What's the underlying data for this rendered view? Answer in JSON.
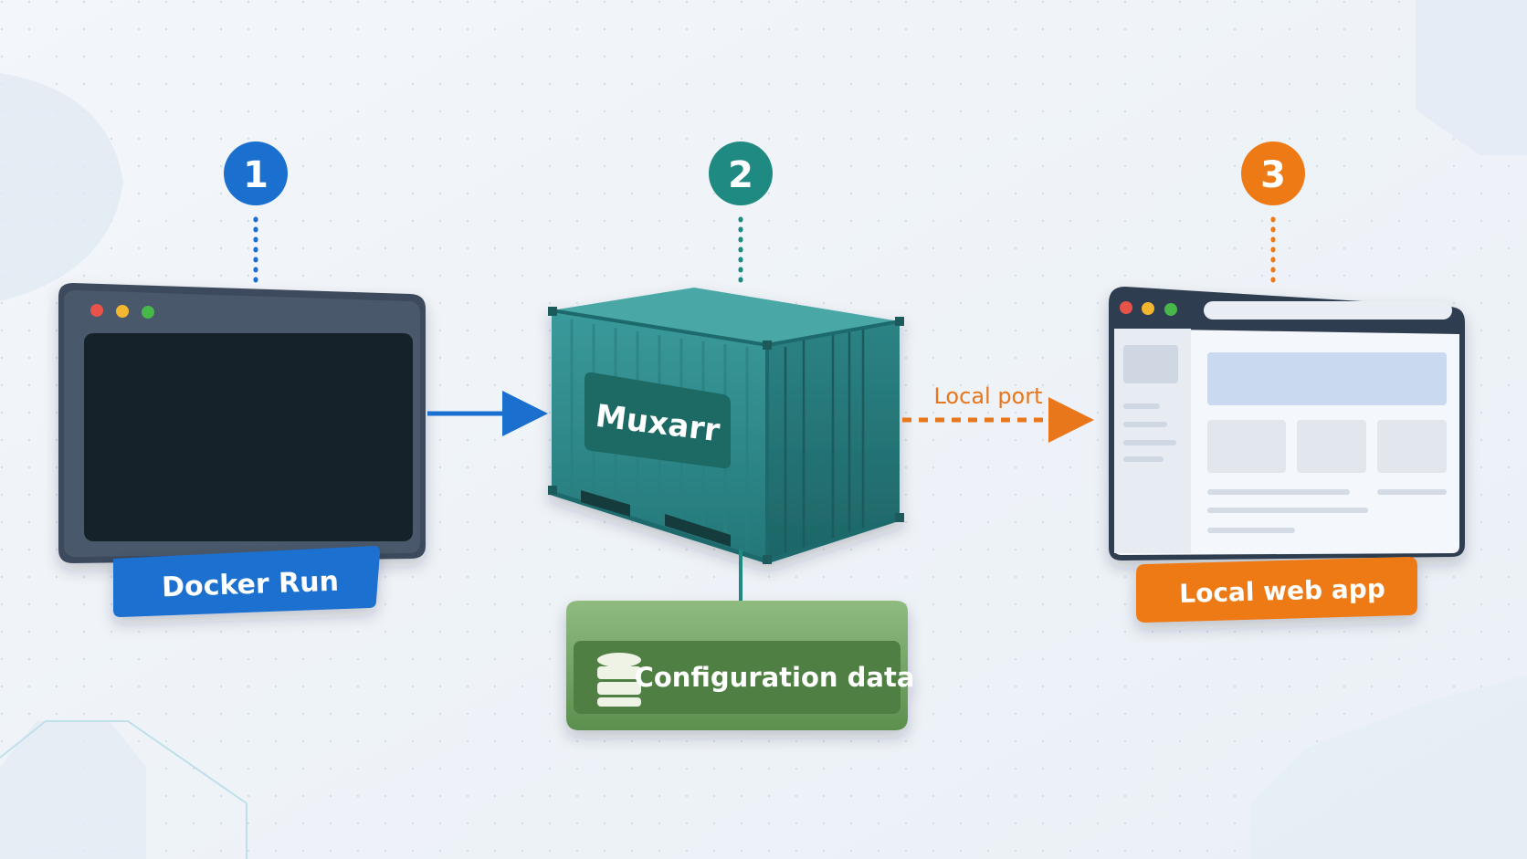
{
  "steps": [
    {
      "number": "1",
      "color": "#1a6fcf"
    },
    {
      "number": "2",
      "color": "#1f8a82"
    },
    {
      "number": "3",
      "color": "#ee7a16"
    }
  ],
  "terminal": {
    "label": "Docker Run",
    "label_color": "#1a6fcf"
  },
  "container": {
    "name": "Muxarr",
    "color": "#2c8a8c"
  },
  "connection": {
    "label": "Local port",
    "color": "#e8761b"
  },
  "browser": {
    "label": "Local web app",
    "label_color": "#ee7a16"
  },
  "storage": {
    "label": "Configuration data",
    "color": "#5f9651",
    "icon": "database-icon"
  }
}
